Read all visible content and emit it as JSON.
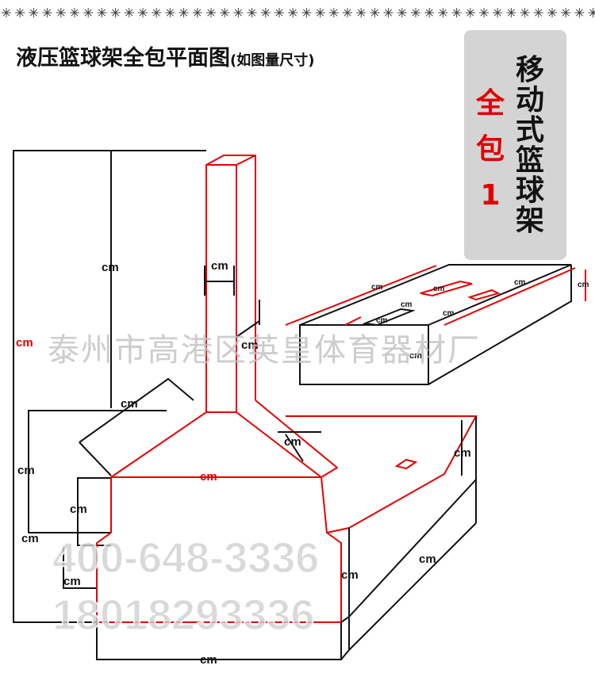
{
  "title": {
    "main": "液压篮球架全包平面图",
    "note": "(如图量尺寸)"
  },
  "badge": {
    "left_lines": [
      "全",
      "包",
      "1"
    ],
    "right_lines": [
      "移",
      "动",
      "式",
      "篮",
      "球",
      "架"
    ]
  },
  "watermark": "泰州市高港区英皇体育器材厂",
  "phones": [
    "400-648-3336",
    "18018293336"
  ],
  "dimension_unit": "cm",
  "colors": {
    "outline_red": "#e60000",
    "line_black": "#111111",
    "accent_red": "#e00000",
    "badge_bg": "#d4d4d4",
    "watermark": "#c0c0c0",
    "phone_fill": "#cfcfcf"
  }
}
